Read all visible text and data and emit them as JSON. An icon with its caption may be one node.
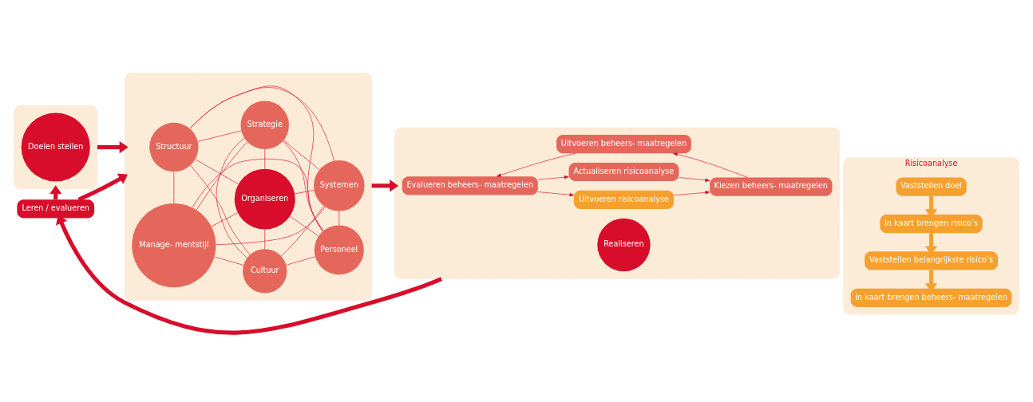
{
  "diagram": {
    "nodes": [
      {
        "text": [],
        "shape": "box"
      },
      {
        "text": [
          "Doelen stellen"
        ],
        "in": 0
      },
      {
        "text": [],
        "shape": "box"
      },
      {
        "text": [
          "Strategie"
        ],
        "in": 2
      },
      {
        "text": [
          "Structuur"
        ],
        "in": 2
      },
      {
        "text": [
          "Systemen"
        ],
        "in": 2
      },
      {
        "text": [
          "Organiseren"
        ],
        "in": 2
      },
      {
        "text": [
          "Manage- mentstijl"
        ],
        "in": 2
      },
      {
        "text": [
          "Personeel"
        ],
        "in": 2
      },
      {
        "text": [
          "Cultuur"
        ],
        "in": 2
      },
      {
        "text": [],
        "shape": "box"
      },
      {
        "text": [
          "Uitvoeren risicoanalyse"
        ],
        "in": 10
      },
      {
        "text": [
          "Actualiseren risicoanalyse"
        ],
        "in": 10
      },
      {
        "text": [
          "Evalueren beheers- maatregelen"
        ],
        "in": 10
      },
      {
        "text": [
          "Realiseren"
        ],
        "in": 10
      },
      {
        "text": [
          "Kiezen beheers- maatregelen"
        ],
        "in": 10
      },
      {
        "text": [
          "Uitvoeren beheers- maatregelen"
        ],
        "in": 10
      },
      {
        "text": [
          "Leren / evalueren"
        ]
      },
      {
        "text": [
          "Risicoanalyse"
        ]
      },
      {
        "text": [
          "Vaststellen doel"
        ],
        "in": 18
      },
      {
        "text": [
          "In kaart brengen risico’s"
        ],
        "in": 18
      },
      {
        "text": [
          "Vaststellen belangrijkste risico’s"
        ],
        "in": 18
      },
      {
        "text": [
          "In kaart brengen beheers- maatregelen"
        ],
        "in": 18
      }
    ],
    "edges": [
      {
        "from": 0,
        "to": 2,
        "arrow": "to",
        "style": "thick"
      },
      {
        "from": 2,
        "to": 10,
        "arrow": "to",
        "style": "thick"
      },
      {
        "from": 10,
        "to": 17,
        "arrow": "to",
        "style": "thick"
      },
      {
        "from": 17,
        "to": 0,
        "arrow": "to",
        "style": "thick"
      },
      {
        "from": 17,
        "to": 2,
        "arrow": "to",
        "style": "thick"
      },
      {
        "from": 3,
        "to": 4,
        "arrow": "none"
      },
      {
        "from": 3,
        "to": 5,
        "arrow": "none"
      },
      {
        "from": 3,
        "to": 6,
        "arrow": "none"
      },
      {
        "from": 3,
        "to": 7,
        "arrow": "none"
      },
      {
        "from": 3,
        "to": 8,
        "arrow": "none"
      },
      {
        "from": 3,
        "to": 9,
        "arrow": "none"
      },
      {
        "from": 4,
        "to": 5,
        "arrow": "none"
      },
      {
        "from": 4,
        "to": 6,
        "arrow": "none"
      },
      {
        "from": 4,
        "to": 7,
        "arrow": "none"
      },
      {
        "from": 4,
        "to": 8,
        "arrow": "none"
      },
      {
        "from": 4,
        "to": 9,
        "arrow": "none"
      },
      {
        "from": 5,
        "to": 6,
        "arrow": "none"
      },
      {
        "from": 5,
        "to": 7,
        "arrow": "none"
      },
      {
        "from": 5,
        "to": 8,
        "arrow": "none"
      },
      {
        "from": 5,
        "to": 9,
        "arrow": "none"
      },
      {
        "from": 6,
        "to": 7,
        "arrow": "none"
      },
      {
        "from": 6,
        "to": 8,
        "arrow": "none"
      },
      {
        "from": 6,
        "to": 9,
        "arrow": "none"
      },
      {
        "from": 7,
        "to": 8,
        "arrow": "none"
      },
      {
        "from": 7,
        "to": 9,
        "arrow": "none"
      },
      {
        "from": 8,
        "to": 9,
        "arrow": "none"
      },
      {
        "from": 13,
        "to": 11,
        "arrow": "to"
      },
      {
        "from": 13,
        "to": 12,
        "arrow": "to"
      },
      {
        "from": 11,
        "to": 15,
        "arrow": "to"
      },
      {
        "from": 12,
        "to": 15,
        "arrow": "to"
      },
      {
        "from": 15,
        "to": 16,
        "arrow": "to"
      },
      {
        "from": 16,
        "to": 13,
        "arrow": "to"
      },
      {
        "from": 19,
        "to": 20,
        "arrow": "to",
        "style": "thick",
        "color": "#f5a02f"
      },
      {
        "from": 20,
        "to": 21,
        "arrow": "to",
        "style": "thick",
        "color": "#f5a02f"
      },
      {
        "from": 21,
        "to": 22,
        "arrow": "to",
        "style": "thick",
        "color": "#f5a02f"
      }
    ]
  }
}
